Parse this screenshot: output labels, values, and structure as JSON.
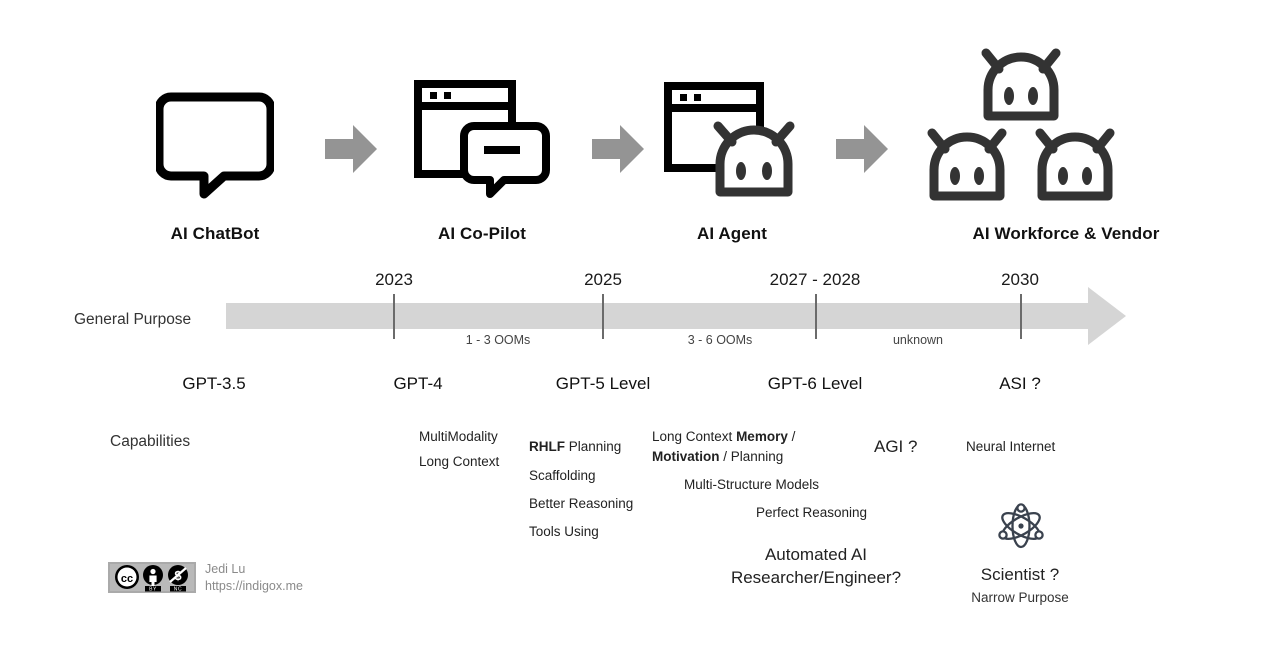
{
  "stages": [
    {
      "id": "chatbot",
      "label": "AI ChatBot",
      "icon": "speech-bubble-icon"
    },
    {
      "id": "copilot",
      "label": "AI Co-Pilot",
      "icon": "browser-window-with-chat-bubble-icon"
    },
    {
      "id": "agent",
      "label": "AI Agent",
      "icon": "browser-window-with-robot-icon"
    },
    {
      "id": "workforce",
      "label": "AI Workforce & Vendor",
      "icon": "three-robots-icon"
    }
  ],
  "transition_arrows": [
    "arrow-right-icon",
    "arrow-right-icon",
    "arrow-right-icon"
  ],
  "timeline": {
    "row_label": "General Purpose",
    "years": [
      "2023",
      "2025",
      "2027 - 2028",
      "2030"
    ],
    "gaps": [
      "1 - 3 OOMs",
      "3 - 6 OOMs",
      "unknown"
    ],
    "bar_color": "#d5d5d5",
    "tick_color": "#6b6b6b",
    "arrowhead": "timeline-arrowhead-icon"
  },
  "models": [
    "GPT-3.5",
    "GPT-4",
    "GPT-5 Level",
    "GPT-6 Level",
    "ASI ?"
  ],
  "capabilities": {
    "row_label": "Capabilities",
    "gpt4": [
      "MultiModality",
      "Long Context"
    ],
    "gpt5": [
      {
        "parts": [
          {
            "t": "RHLF",
            "b": true
          },
          {
            "t": "  Planning",
            "b": false
          }
        ]
      },
      {
        "parts": [
          {
            "t": "Scaffolding",
            "b": false
          }
        ]
      },
      {
        "parts": [
          {
            "t": "Better Reasoning",
            "b": false
          }
        ]
      },
      {
        "parts": [
          {
            "t": "Tools Using",
            "b": false
          }
        ]
      }
    ],
    "gpt6_line1": [
      {
        "t": "Long Context ",
        "b": false
      },
      {
        "t": "Memory",
        "b": true
      },
      {
        "t": " /",
        "b": false
      }
    ],
    "gpt6_line2": [
      {
        "t": "Motivation",
        "b": true
      },
      {
        "t": " / Planning",
        "b": false
      }
    ],
    "gpt6_multi": "Multi-Structure Models",
    "gpt6_perfect": "Perfect Reasoning",
    "gpt6_automated_l1": "Automated AI",
    "gpt6_automated_l2": "Researcher/Engineer?",
    "agi": "AGI ?",
    "asi_neural": "Neural Internet",
    "asi_scientist": "Scientist ?",
    "asi_narrow": "Narrow Purpose",
    "atom_icon": "atom-icon"
  },
  "credit": {
    "license_badge": "creative-commons-by-nc-badge",
    "cc_mark": "CC",
    "by_mark": "BY",
    "nc_mark": "NC",
    "author": "Jedi Lu",
    "url": "https://indigox.me"
  },
  "colors": {
    "ink": "#111111",
    "arrow_gray": "#949494",
    "bar_gray": "#d5d5d5",
    "robot": "#333333",
    "atom": "#3a424e",
    "muted": "#8a8a8a"
  }
}
